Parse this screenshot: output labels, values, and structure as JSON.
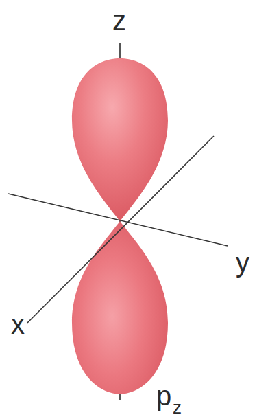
{
  "diagram": {
    "labels": [
      "z",
      "y",
      "x",
      "p",
      "z"
    ]
  }
}
